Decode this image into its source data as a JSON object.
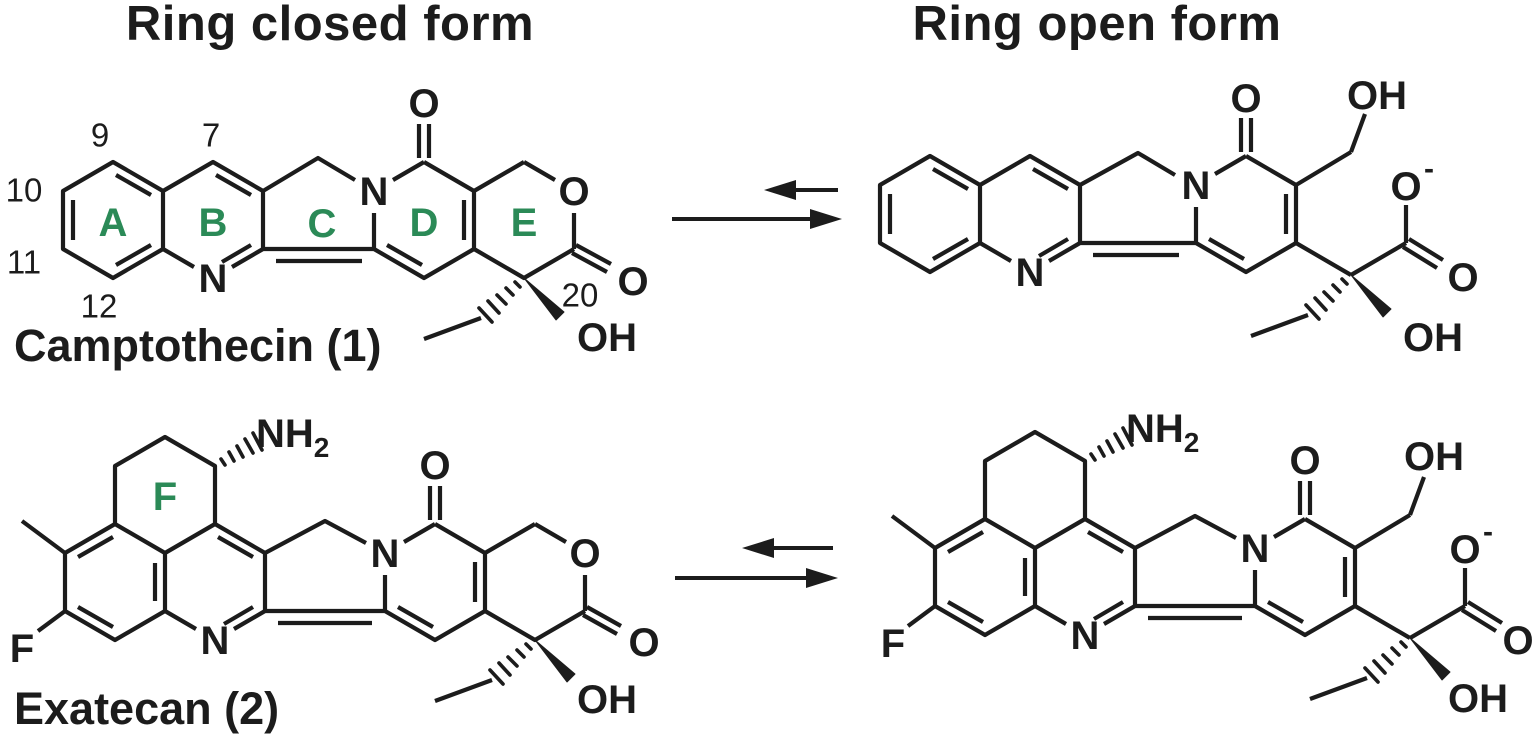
{
  "figure": {
    "titles": {
      "closed": "Ring closed form",
      "open": "Ring open form"
    },
    "compounds": {
      "camptothecin": "Camptothecin (1)",
      "exatecan": "Exatecan (2)"
    }
  },
  "ring_labels": {
    "a": "A",
    "b": "B",
    "c": "C",
    "d": "D",
    "e": "E",
    "f": "F"
  },
  "position_numbers": {
    "c7": "7",
    "c9": "9",
    "c10": "10",
    "c11": "11",
    "c12": "12",
    "c20": "20"
  },
  "atoms": {
    "nitrogen": "N",
    "oxygen": "O",
    "hydroxyl": "OH",
    "fluorine": "F",
    "amine": "NH",
    "amine_subscript": "2",
    "oxyanion": "O",
    "negative_charge": "-"
  },
  "colors": {
    "bond": "#1c1c1c",
    "ring_label_green": "#2b8a57",
    "background": "#ffffff"
  }
}
